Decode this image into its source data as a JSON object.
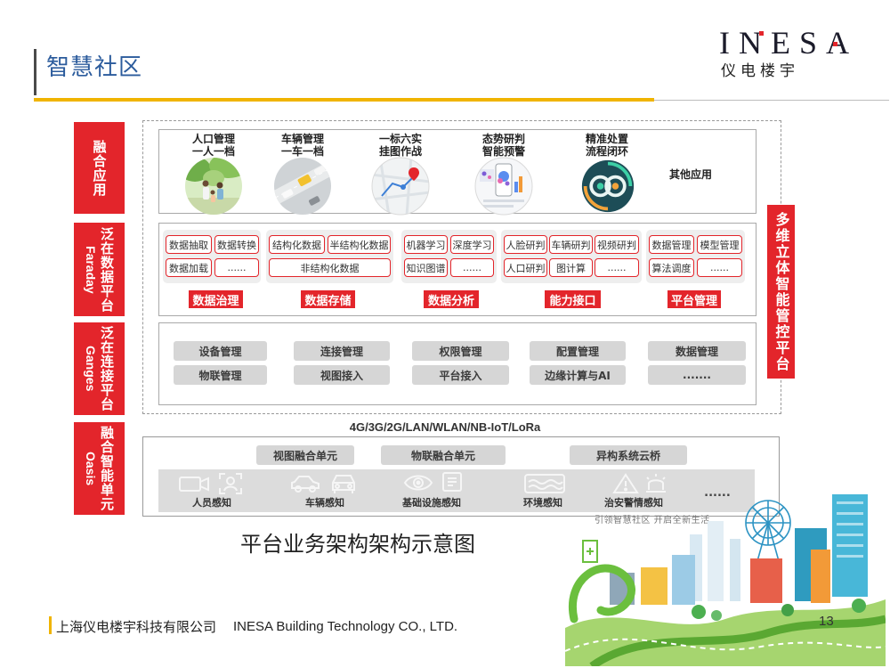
{
  "header": {
    "title": "智慧社区"
  },
  "logo": {
    "wordmark": "INESA",
    "subtitle": "仪电楼宇"
  },
  "colors": {
    "accent_red": "#e3252b",
    "accent_yellow": "#f0b400",
    "title_blue": "#2b5b9c",
    "panel_gray": "#d6d6d6"
  },
  "layers": {
    "apps": {
      "label": "融合应用"
    },
    "data_platform": {
      "label": "泛在数据平台",
      "name": "Faraday"
    },
    "connect_platform": {
      "label": "泛在连接平台",
      "name": "Ganges"
    },
    "smart_units": {
      "label": "融合智能单元",
      "name": "Oasis"
    }
  },
  "apps": [
    {
      "line1": "人口管理",
      "line2": "一人一档",
      "icon": "residents-photo"
    },
    {
      "line1": "车辆管理",
      "line2": "一车一档",
      "icon": "vehicles-photo"
    },
    {
      "line1": "一标六实",
      "line2": "挂图作战",
      "icon": "map-photo"
    },
    {
      "line1": "态势研判",
      "line2": "智能预警",
      "icon": "dashboard-photo"
    },
    {
      "line1": "精准处置",
      "line2": "流程闭环",
      "icon": "closed-loop-icon"
    },
    {
      "line1": "其他应用"
    }
  ],
  "data_groups": [
    {
      "title": "数据治理",
      "items": [
        "数据抽取",
        "数据转换",
        "数据加载",
        "......"
      ]
    },
    {
      "title": "数据存储",
      "items": [
        "结构化数据",
        "半结构化数据",
        "非结构化数据"
      ]
    },
    {
      "title": "数据分析",
      "items": [
        "机器学习",
        "深度学习",
        "知识图谱",
        "......"
      ]
    },
    {
      "title": "能力接口",
      "items": [
        "人脸研判",
        "车辆研判",
        "视频研判",
        "人口研判",
        "图计算",
        "......"
      ]
    },
    {
      "title": "平台管理",
      "items": [
        "数据管理",
        "模型管理",
        "算法调度",
        "......"
      ]
    }
  ],
  "connect_columns": [
    [
      "设备管理",
      "物联管理"
    ],
    [
      "连接管理",
      "视图接入"
    ],
    [
      "权限管理",
      "平台接入"
    ],
    [
      "配置管理",
      "边缘计算与AI"
    ],
    [
      "数据管理",
      "......."
    ]
  ],
  "side_label": "多维立体智能管控平台",
  "network": "4G/3G/2G/LAN/WLAN/NB-IoT/LoRa",
  "fusion_units": [
    "视图融合单元",
    "物联融合单元",
    "异构系统云桥"
  ],
  "perception": {
    "items": [
      {
        "label": "人员感知",
        "icons": [
          "camera-icon",
          "face-scan-icon"
        ]
      },
      {
        "label": "车辆感知",
        "icons": [
          "car-side-icon",
          "car-front-icon"
        ]
      },
      {
        "label": "基础设施感知",
        "icons": [
          "eye-sensor-icon",
          "device-icon"
        ]
      },
      {
        "label": "环境感知",
        "icons": [
          "water-quality-icon"
        ]
      },
      {
        "label": "治安警情感知",
        "icons": [
          "warning-icon",
          "siren-icon"
        ]
      }
    ],
    "more": "......"
  },
  "slogan": "引领智慧社区 开启全新生活",
  "caption": "平台业务架构架构示意图",
  "footer": {
    "company_cn": "上海仪电楼宇科技有限公司",
    "company_en": "INESA Building Technology CO., LTD.",
    "page": "13"
  }
}
